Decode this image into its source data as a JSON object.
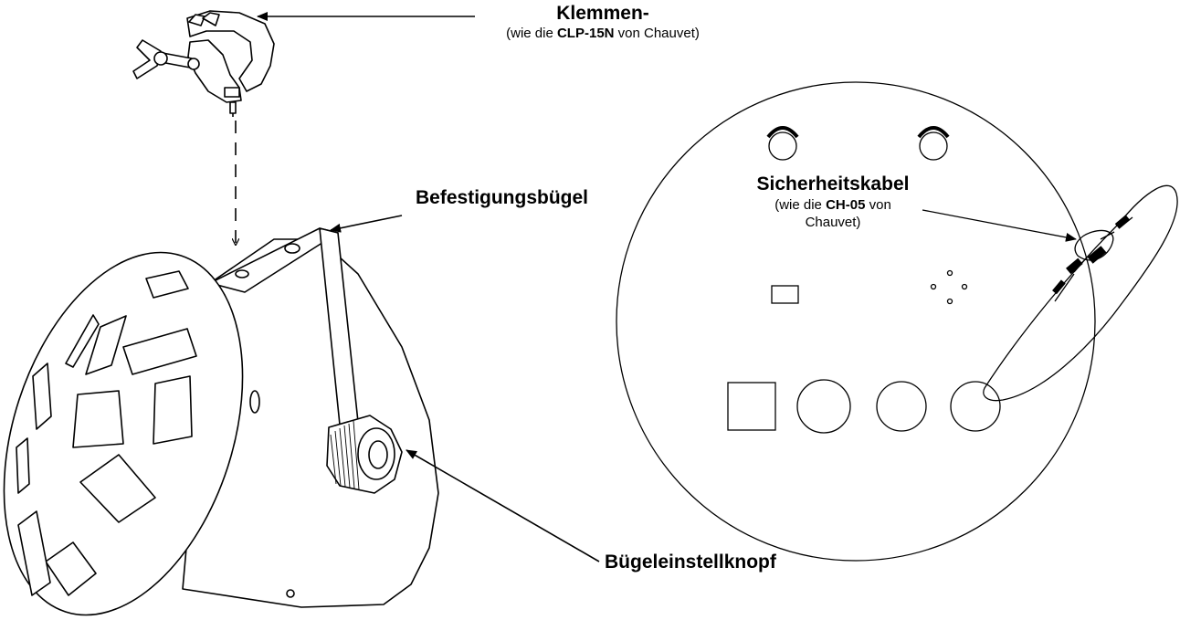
{
  "labels": {
    "clamp_title": "Klemmen-",
    "clamp_sub_pre": "(wie die ",
    "clamp_sub_bold": "CLP-15N",
    "clamp_sub_post": " von Chauvet)",
    "bracket": "Befestigungsbügel",
    "safety_title": "Sicherheitskabel",
    "safety_sub1_pre": "(wie die ",
    "safety_sub1_bold": "CH-05",
    "safety_sub1_post": " von",
    "safety_sub2": "Chauvet)",
    "knob": "Bügeleinstellknopf"
  },
  "colors": {
    "line": "#000000",
    "background": "#ffffff"
  },
  "icons": [
    "clamp-icon",
    "light-fixture-icon",
    "fixture-back-panel-icon",
    "safety-cable-icon"
  ]
}
